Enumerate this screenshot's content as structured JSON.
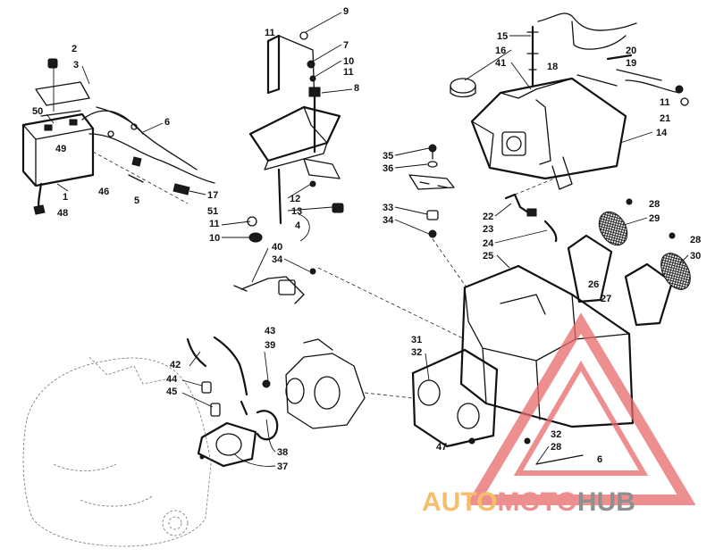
{
  "watermark": {
    "part1": "AUTO",
    "part2": "MOTO",
    "part3": "HUB",
    "color_primary": "#f3a73a",
    "color_secondary": "#e86a6a",
    "color_tertiary": "#6b6b6b",
    "triangle_color": "#e86a6a"
  },
  "callouts": [
    {
      "id": "c2",
      "label": "2"
    },
    {
      "id": "c3",
      "label": "3"
    },
    {
      "id": "c50",
      "label": "50"
    },
    {
      "id": "c49",
      "label": "49"
    },
    {
      "id": "c1",
      "label": "1"
    },
    {
      "id": "c48",
      "label": "48"
    },
    {
      "id": "c6",
      "label": "6"
    },
    {
      "id": "c46",
      "label": "46"
    },
    {
      "id": "c5",
      "label": "5"
    },
    {
      "id": "c17",
      "label": "17"
    },
    {
      "id": "c51",
      "label": "51"
    },
    {
      "id": "c11a",
      "label": "11"
    },
    {
      "id": "c10a",
      "label": "10"
    },
    {
      "id": "c9",
      "label": "9"
    },
    {
      "id": "c11b",
      "label": "11"
    },
    {
      "id": "c7",
      "label": "7"
    },
    {
      "id": "c10b",
      "label": "10"
    },
    {
      "id": "c11c",
      "label": "11"
    },
    {
      "id": "c8",
      "label": "8"
    },
    {
      "id": "c12",
      "label": "12"
    },
    {
      "id": "c13",
      "label": "13"
    },
    {
      "id": "c4",
      "label": "4"
    },
    {
      "id": "c15",
      "label": "15"
    },
    {
      "id": "c16",
      "label": "16"
    },
    {
      "id": "c41",
      "label": "41"
    },
    {
      "id": "c18",
      "label": "18"
    },
    {
      "id": "c20",
      "label": "20"
    },
    {
      "id": "c19",
      "label": "19"
    },
    {
      "id": "c11d",
      "label": "11"
    },
    {
      "id": "c21",
      "label": "21"
    },
    {
      "id": "c14",
      "label": "14"
    },
    {
      "id": "c35",
      "label": "35"
    },
    {
      "id": "c36",
      "label": "36"
    },
    {
      "id": "c33",
      "label": "33"
    },
    {
      "id": "c34a",
      "label": "34"
    },
    {
      "id": "c22",
      "label": "22"
    },
    {
      "id": "c23",
      "label": "23"
    },
    {
      "id": "c24",
      "label": "24"
    },
    {
      "id": "c28a",
      "label": "28"
    },
    {
      "id": "c29",
      "label": "29"
    },
    {
      "id": "c28b",
      "label": "28"
    },
    {
      "id": "c30",
      "label": "30"
    },
    {
      "id": "c25",
      "label": "25"
    },
    {
      "id": "c26",
      "label": "26"
    },
    {
      "id": "c27",
      "label": "27"
    },
    {
      "id": "c40",
      "label": "40"
    },
    {
      "id": "c34b",
      "label": "34"
    },
    {
      "id": "c43",
      "label": "43"
    },
    {
      "id": "c39",
      "label": "39"
    },
    {
      "id": "c42",
      "label": "42"
    },
    {
      "id": "c44",
      "label": "44"
    },
    {
      "id": "c45",
      "label": "45"
    },
    {
      "id": "c31",
      "label": "31"
    },
    {
      "id": "c32a",
      "label": "32"
    },
    {
      "id": "c47",
      "label": "47"
    },
    {
      "id": "c38",
      "label": "38"
    },
    {
      "id": "c37",
      "label": "37"
    },
    {
      "id": "c32b",
      "label": "32"
    },
    {
      "id": "c28c",
      "label": "28"
    },
    {
      "id": "c6b",
      "label": "6"
    }
  ]
}
